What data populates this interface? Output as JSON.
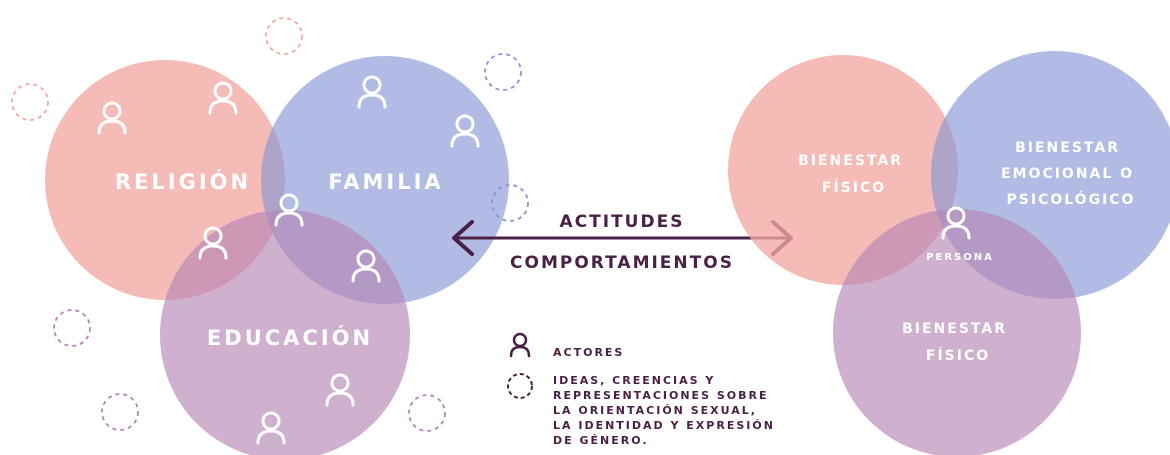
{
  "colors": {
    "pink": "#f2a8a3",
    "blue": "#8896d4",
    "purple": "#b585b5",
    "dark": "#4a2145",
    "white": "#ffffff"
  },
  "left_diagram": {
    "religion_label": "RELIGIÓN",
    "familia_label": "FAMILIA",
    "educacion_label": "EDUCACIÓN"
  },
  "arrow": {
    "top_label": "ACTITUDES",
    "bottom_label": "COMPORTAMIENTOS"
  },
  "right_diagram": {
    "bienestar_fisico_label": [
      "BIENESTAR",
      "FÍSICO"
    ],
    "bienestar_emocional_label": [
      "BIENESTAR",
      "EMOCIONAL O",
      "PSICOLÓGICO"
    ],
    "bienestar_fisico_bottom_label": [
      "BIENESTAR",
      "FÍSICO"
    ],
    "persona_label": "PERSONA"
  },
  "legend": {
    "actores_label": "ACTORES",
    "ideas_lines": [
      "IDEAS, CREENCIAS Y",
      "REPRESENTACIONES SOBRE",
      "LA ORIENTACIÓN SEXUAL,",
      "LA IDENTIDAD Y EXPRESIÓN",
      "DE GÉNERO."
    ]
  },
  "icons": {
    "person": "person-icon",
    "idea": "dashed-circle-icon"
  }
}
